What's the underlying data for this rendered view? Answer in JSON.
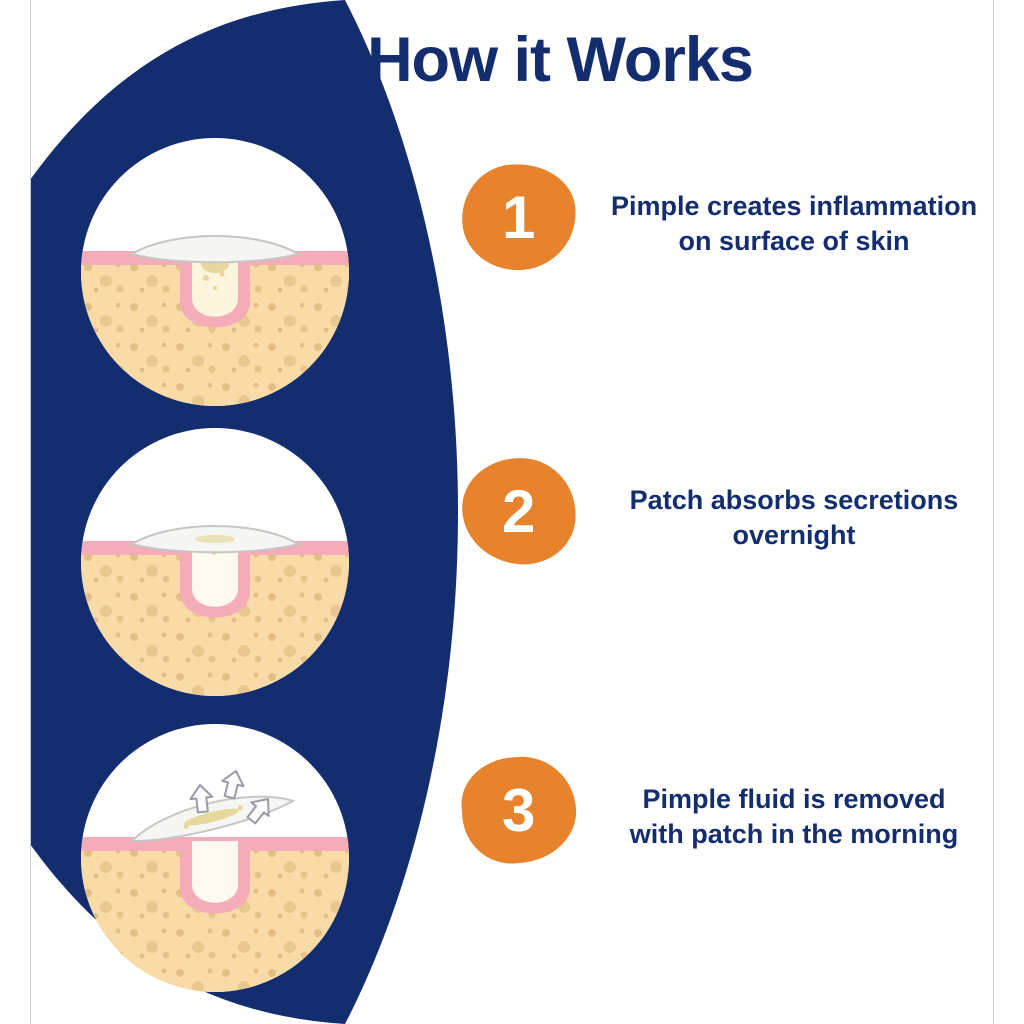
{
  "title": "How it Works",
  "steps": [
    {
      "number": "1",
      "text": "Pimple creates inflammation\non surface of skin",
      "illustration": "skin-cross-section-pimple-with-patch-applied"
    },
    {
      "number": "2",
      "text": "Patch absorbs secretions\novernight",
      "illustration": "skin-cross-section-patch-absorbing-secretions"
    },
    {
      "number": "3",
      "text": "Pimple fluid is removed\nwith patch in the morning",
      "illustration": "skin-cross-section-patch-lifting-fluid-with-arrows"
    }
  ],
  "colors": {
    "navy": "#142d6e",
    "orange": "#e8832d",
    "skin": "#f8dba6",
    "skin_dot": "#d9b678",
    "pink": "#f3acb8",
    "pore_inner": "#fcf4dd",
    "pus": "#e6d89a",
    "background": "#ffffff"
  }
}
